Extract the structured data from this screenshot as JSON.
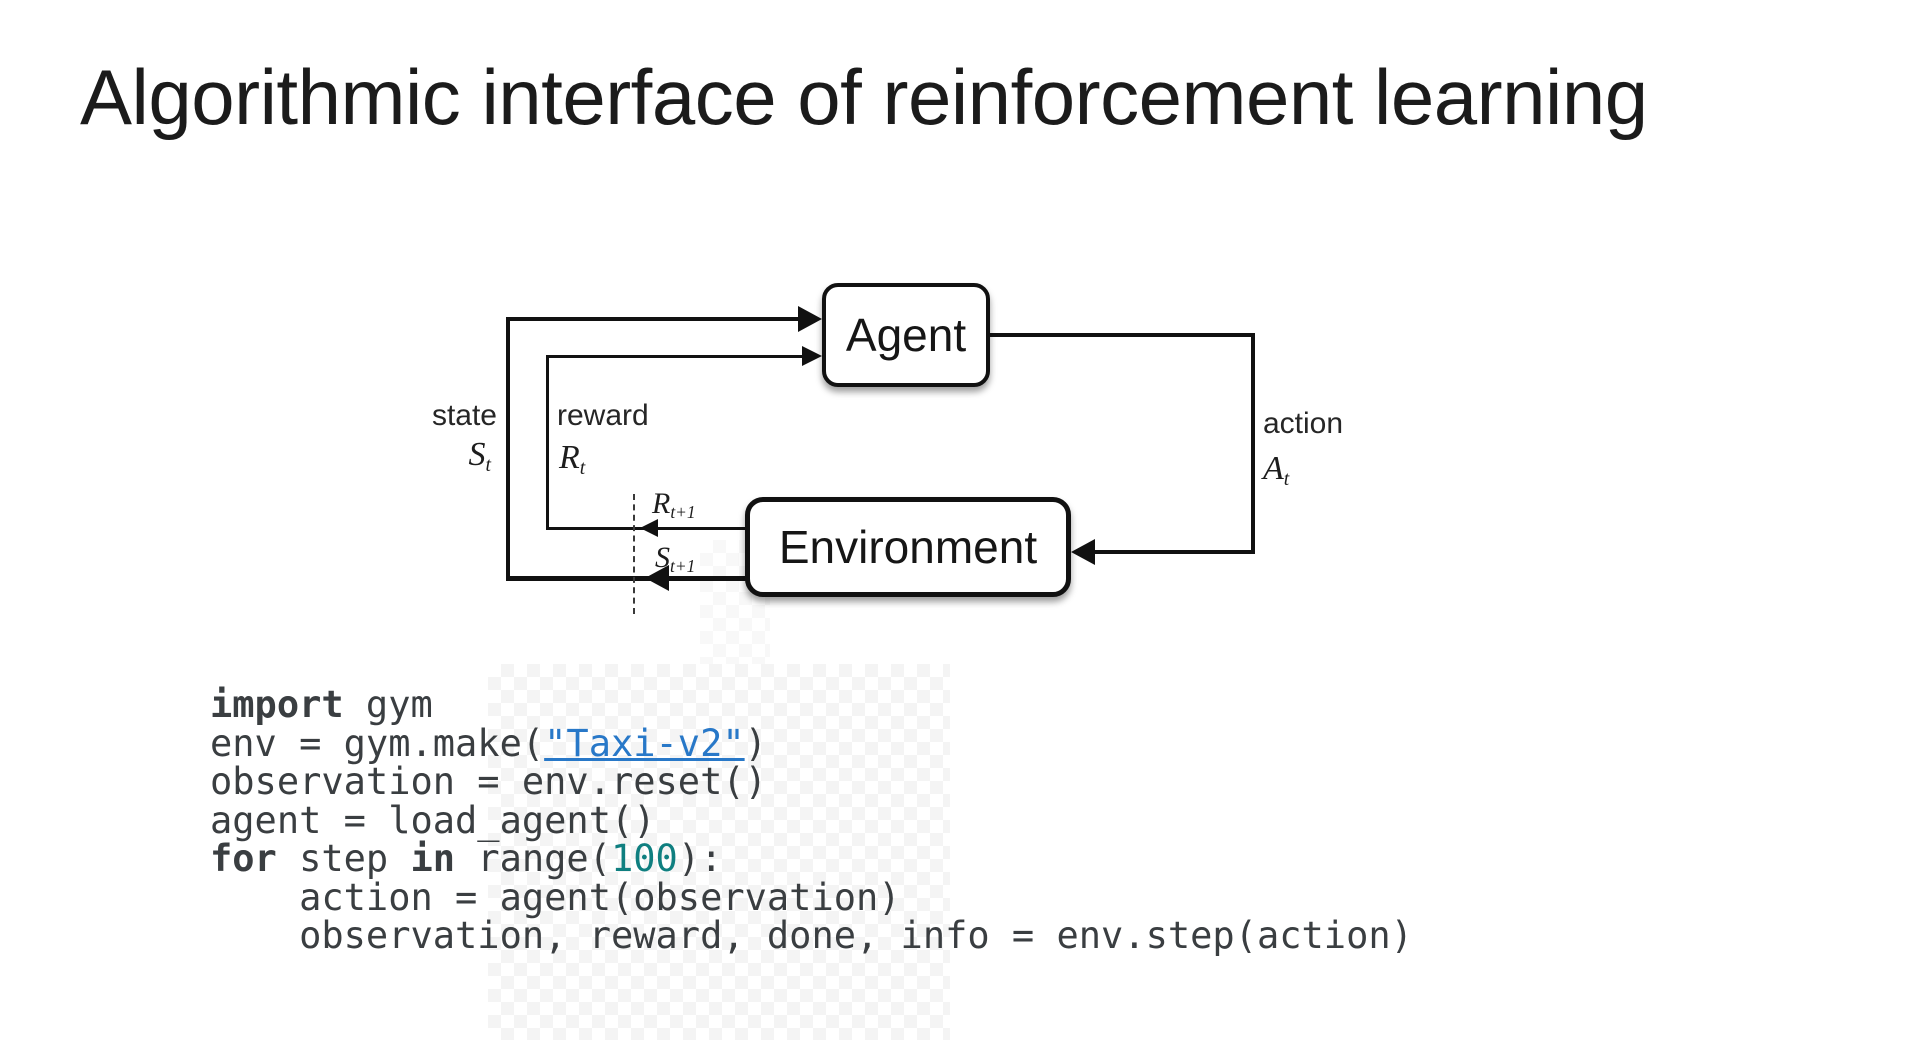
{
  "slide": {
    "title": "Algorithmic interface of reinforcement learning"
  },
  "diagram": {
    "agent_label": "Agent",
    "environment_label": "Environment",
    "state_label": "state",
    "reward_label": "reward",
    "action_label": "action",
    "state_symbol": {
      "base": "S",
      "sub": "t"
    },
    "reward_symbol": {
      "base": "R",
      "sub": "t"
    },
    "action_symbol": {
      "base": "A",
      "sub": "t"
    },
    "next_reward_symbol": {
      "base": "R",
      "sub": "t+1"
    },
    "next_state_symbol": {
      "base": "S",
      "sub": "t+1"
    }
  },
  "code": {
    "lines": [
      [
        {
          "t": "import",
          "c": "keyword"
        },
        {
          "t": " gym"
        }
      ],
      [
        {
          "t": "env = gym.make("
        },
        {
          "t": "\"Taxi-v2\"",
          "c": "link"
        },
        {
          "t": ")"
        }
      ],
      [
        {
          "t": "observation = env.reset()"
        }
      ],
      [
        {
          "t": "agent = load_agent()"
        }
      ],
      [
        {
          "t": "for",
          "c": "keyword"
        },
        {
          "t": " step "
        },
        {
          "t": "in",
          "c": "keyword"
        },
        {
          "t": " range("
        },
        {
          "t": "100",
          "c": "number"
        },
        {
          "t": "):"
        }
      ],
      [
        {
          "t": "    action = agent(observation)"
        }
      ],
      [
        {
          "t": "    observation, reward, done, info = env.step(action)"
        }
      ]
    ]
  },
  "colors": {
    "link_blue": "#2878c8",
    "number_teal": "#0f7f80",
    "code_text": "#3a3e41",
    "diagram_ink": "#111111",
    "title_text": "#1b1b1b"
  }
}
